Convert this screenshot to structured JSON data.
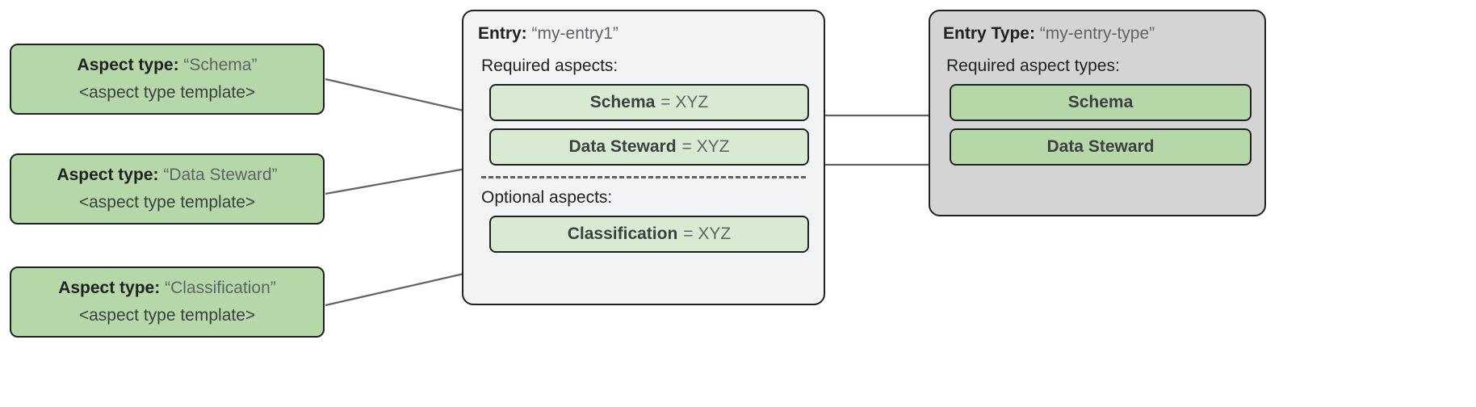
{
  "aspect_types": [
    {
      "label": "Aspect type:",
      "value": "“Schema”",
      "template": "<aspect type template>"
    },
    {
      "label": "Aspect type:",
      "value": "“Data Steward”",
      "template": "<aspect type template>"
    },
    {
      "label": "Aspect type:",
      "value": "“Classification”",
      "template": "<aspect type template>"
    }
  ],
  "entry_panel": {
    "title_label": "Entry:",
    "title_value": "“my-entry1”",
    "required_label": "Required aspects:",
    "required_aspects": [
      {
        "name": "Schema",
        "assignment": "= XYZ"
      },
      {
        "name": "Data Steward",
        "assignment": "= XYZ"
      }
    ],
    "optional_label": "Optional aspects:",
    "optional_aspects": [
      {
        "name": "Classification",
        "assignment": "= XYZ"
      }
    ]
  },
  "entry_type_panel": {
    "title_label": "Entry Type:",
    "title_value": "“my-entry-type”",
    "required_label": "Required aspect types:",
    "required_aspect_types": [
      {
        "name": "Schema"
      },
      {
        "name": "Data Steward"
      }
    ]
  },
  "colors": {
    "aspect_type_fill": "#b6d7a8",
    "aspect_chip_fill": "#d9ead3",
    "entry_panel_fill": "#f1f3f4",
    "entry_type_panel_fill": "#d4d4d4",
    "stroke": "#202124",
    "connector": "#5f6368",
    "text": "#3c4043",
    "muted_text": "#5f6368",
    "background": "#ffffff"
  }
}
